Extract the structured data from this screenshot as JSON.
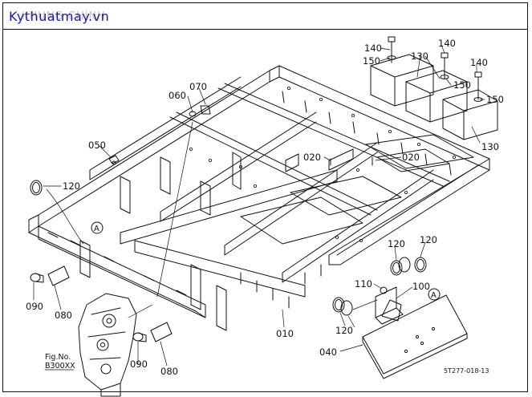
{
  "title": "Kythuatmay.vn",
  "watermark": "KHUNG CHÍNH",
  "drawing_code": "5T277-018-13",
  "figure_ref": {
    "label": "Fig.No.",
    "value": "B300XX"
  },
  "reference_marker": "A",
  "colors": {
    "title": "#1a1aa8",
    "line": "#111111"
  },
  "part_labels": [
    {
      "id": "p140a",
      "text": "140"
    },
    {
      "id": "p150a",
      "text": "150"
    },
    {
      "id": "p130a",
      "text": "130"
    },
    {
      "id": "p140b",
      "text": "140"
    },
    {
      "id": "p150b",
      "text": "150"
    },
    {
      "id": "p140c",
      "text": "140"
    },
    {
      "id": "p150c",
      "text": "150"
    },
    {
      "id": "p130b",
      "text": "130"
    },
    {
      "id": "p070",
      "text": "070"
    },
    {
      "id": "p060",
      "text": "060"
    },
    {
      "id": "p050",
      "text": "050"
    },
    {
      "id": "p020a",
      "text": "020"
    },
    {
      "id": "p020b",
      "text": "020"
    },
    {
      "id": "p120a",
      "text": "120"
    },
    {
      "id": "p120b",
      "text": "120"
    },
    {
      "id": "p120c",
      "text": "120"
    },
    {
      "id": "p120d",
      "text": "120"
    },
    {
      "id": "p110",
      "text": "110"
    },
    {
      "id": "p100",
      "text": "100"
    },
    {
      "id": "p090a",
      "text": "090"
    },
    {
      "id": "p080a",
      "text": "080"
    },
    {
      "id": "p090b",
      "text": "090"
    },
    {
      "id": "p080b",
      "text": "080"
    },
    {
      "id": "p010",
      "text": "010"
    },
    {
      "id": "p040",
      "text": "040"
    }
  ]
}
